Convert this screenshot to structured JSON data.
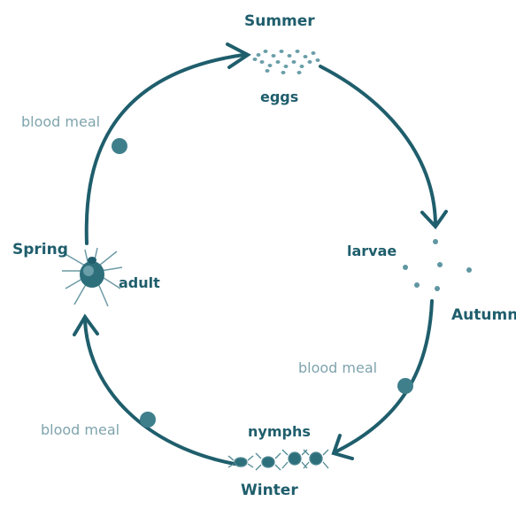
{
  "colors": {
    "cycle_line": "#1f5e6c",
    "season_text": "#1f5e6c",
    "meal_text": "#7fa4ad",
    "meal_dot": "#3f7f8c",
    "organism": "#2e6f7c"
  },
  "seasons": {
    "summer": "Summer",
    "autumn": "Autumn",
    "winter": "Winter",
    "spring": "Spring"
  },
  "stages": {
    "eggs": "eggs",
    "larvae": "larvae",
    "nymphs": "nymphs",
    "adult": "adult"
  },
  "blood_meals": {
    "left_upper": "blood meal",
    "right_lower": "blood meal",
    "left_lower": "blood meal"
  },
  "icons": [
    "egg-cluster-icon",
    "larva-icon",
    "nymph-icon",
    "adult-tick-icon",
    "blood-meal-dot-icon",
    "arrowhead-icon"
  ]
}
